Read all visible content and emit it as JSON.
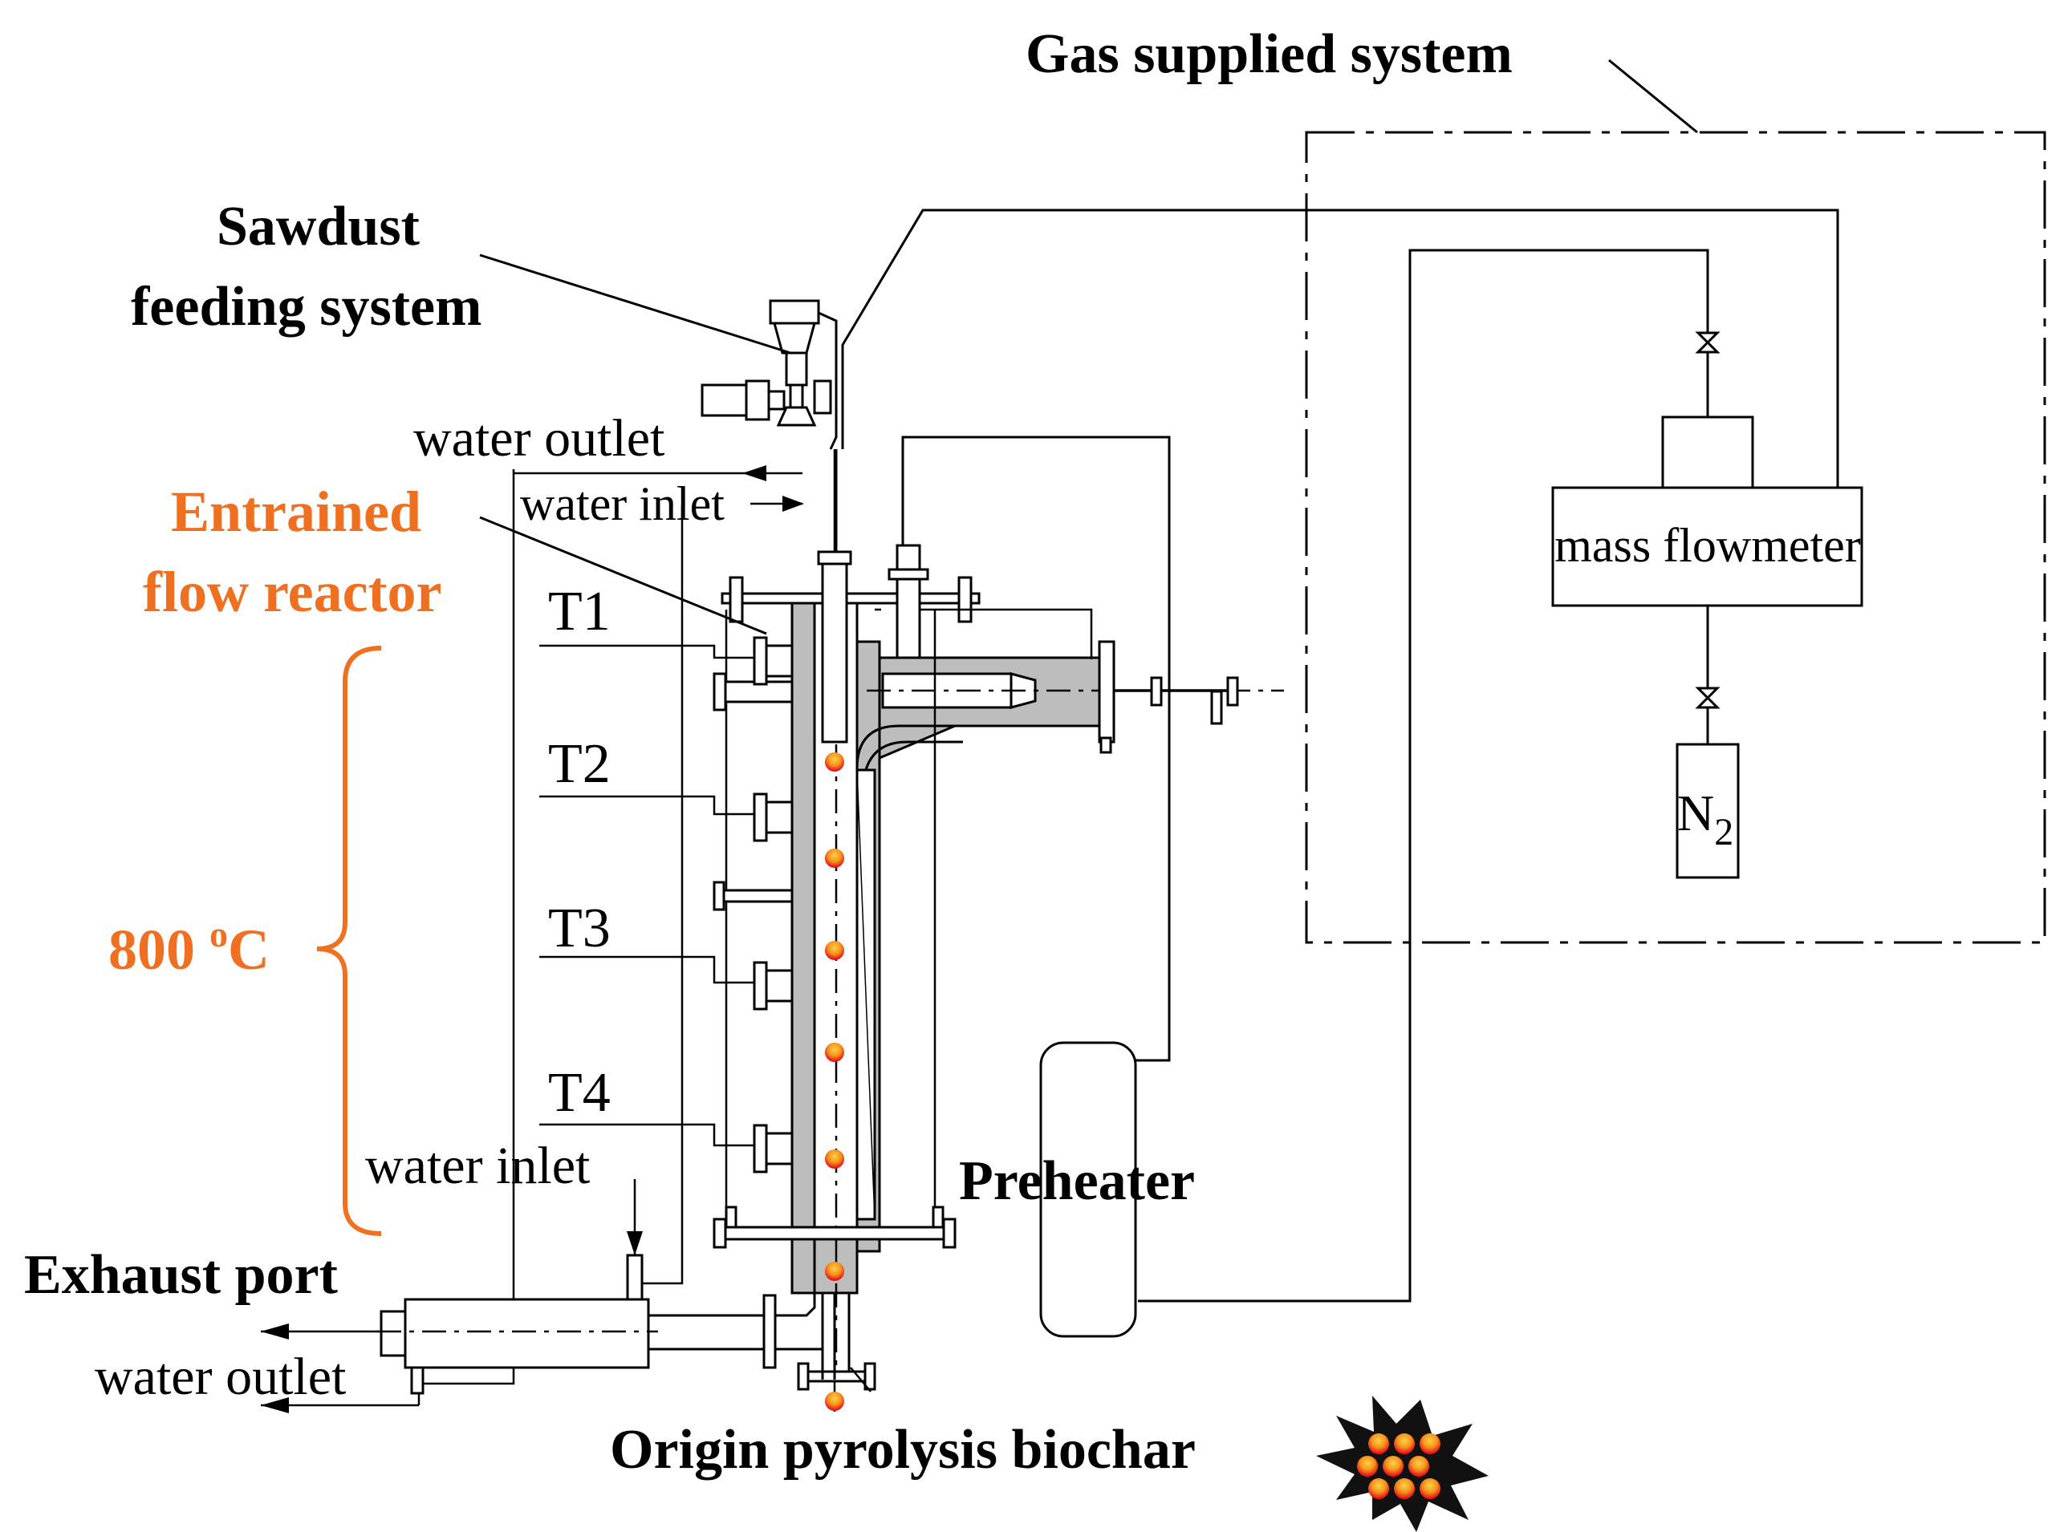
{
  "labels": {
    "gas_system": "Gas supplied system",
    "sawdust_line1": "Sawdust",
    "sawdust_line2": "feeding system",
    "water_outlet_top": "water outlet",
    "water_inlet_top": "water inlet",
    "reactor_line1": "Entrained",
    "reactor_line2": "flow reactor",
    "t1": "T1",
    "t2": "T2",
    "t3": "T3",
    "t4": "T4",
    "temperature_value": "800 ",
    "temperature_sup": "o",
    "temperature_unit": "C",
    "mass_flowmeter": "mass flowmeter",
    "n2_main": "N",
    "n2_sub": "2",
    "preheater": "Preheater",
    "water_inlet_bottom": "water inlet",
    "exhaust_port": "Exhaust port",
    "water_outlet_bottom": "water outlet",
    "biochar": "Origin pyrolysis biochar"
  },
  "colors": {
    "accent": "#f07021",
    "reactor_wall": "#bdbdbd",
    "particle_outer": "#f7941d",
    "particle_inner": "#e8141b",
    "burst": "#111111"
  }
}
